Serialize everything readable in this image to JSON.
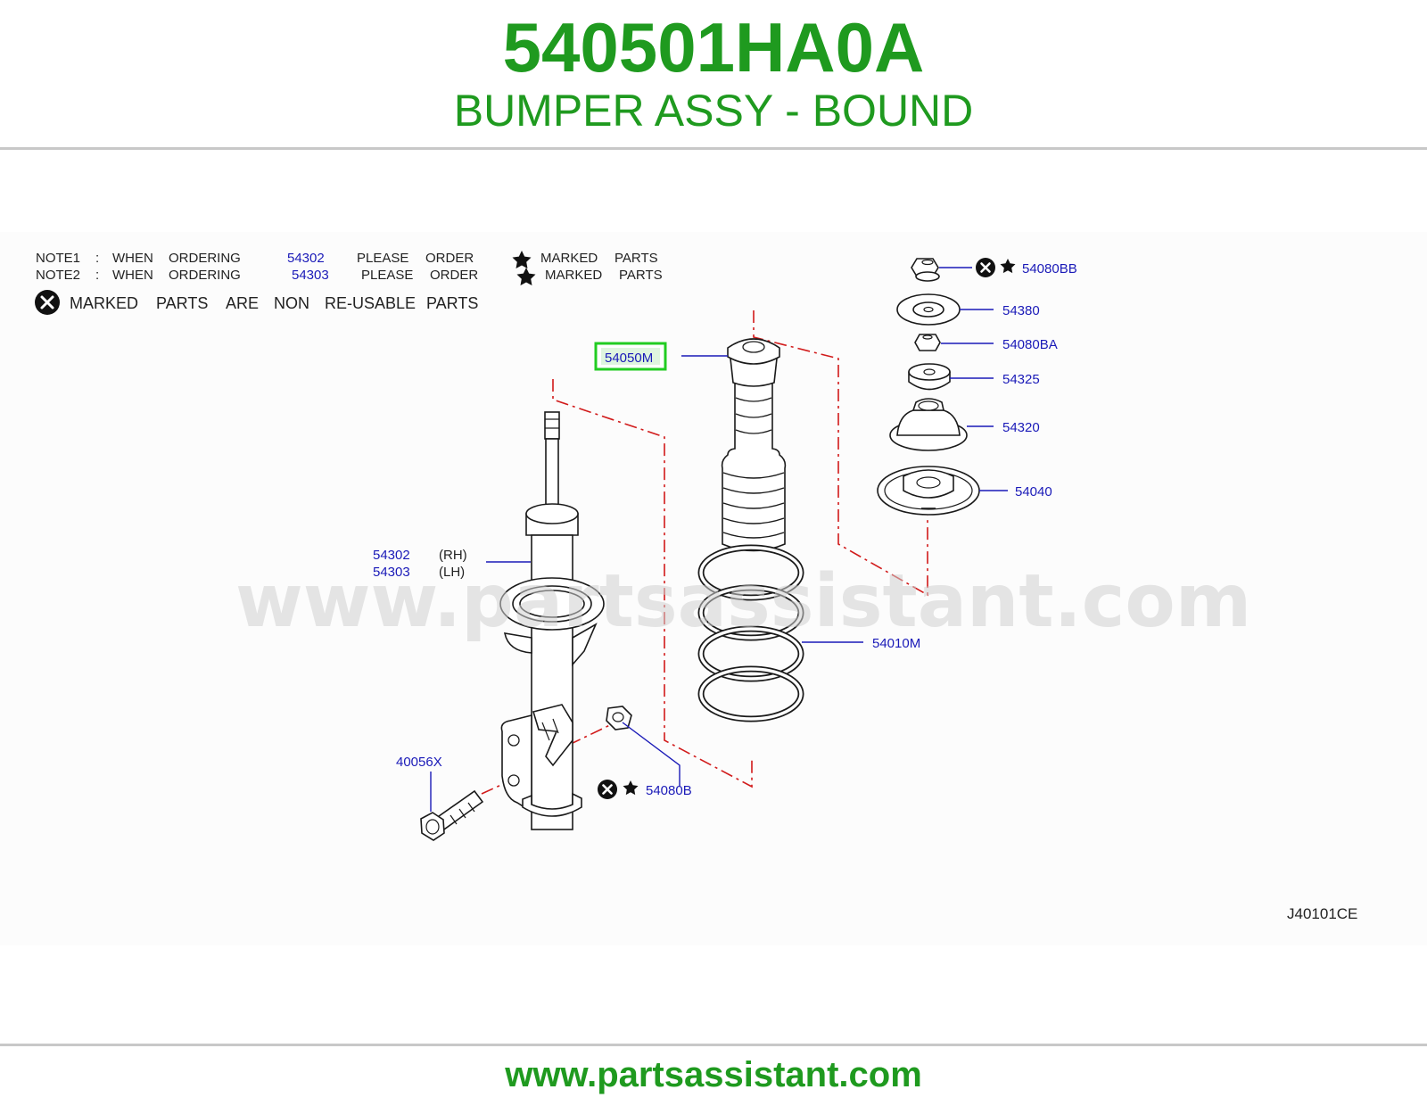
{
  "header": {
    "part_number": "540501HA0A",
    "part_name": "BUMPER ASSY - BOUND"
  },
  "notes": {
    "note1": {
      "label": "NOTE1",
      "sep": ":",
      "when": "WHEN",
      "ordering": "ORDERING",
      "part": "54302",
      "please": "PLEASE",
      "order": "ORDER",
      "marked": "MARKED",
      "parts": "PARTS"
    },
    "note2": {
      "label": "NOTE2",
      "sep": ":",
      "when": "WHEN",
      "ordering": "ORDERING",
      "part": "54303",
      "please": "PLEASE",
      "order": "ORDER",
      "marked": "MARKED",
      "parts": "PARTS"
    },
    "non_reusable": {
      "w1": "MARKED",
      "w2": "PARTS",
      "w3": "ARE",
      "w4": "NON",
      "w5": "RE-USABLE",
      "w6": "PARTS"
    }
  },
  "callouts": {
    "c54080BB": "54080BB",
    "c54380": "54380",
    "c54080BA": "54080BA",
    "c54325": "54325",
    "c54320": "54320",
    "c54040": "54040",
    "c54050M": "54050M",
    "c54010M": "54010M",
    "c54302": "54302",
    "c54302_side": "(RH)",
    "c54303": "54303",
    "c54303_side": "(LH)",
    "c40056X": "40056X",
    "c54080B": "54080B"
  },
  "diagram_code": "J40101CE",
  "watermark": "www.partsassistant.com",
  "footer": {
    "url": "www.partsassistant.com"
  },
  "colors": {
    "brand_green": "#1f9a1f",
    "callout_blue": "#1a1ab8",
    "dash_red": "#d11a1a",
    "highlight_green": "#22cc22"
  }
}
